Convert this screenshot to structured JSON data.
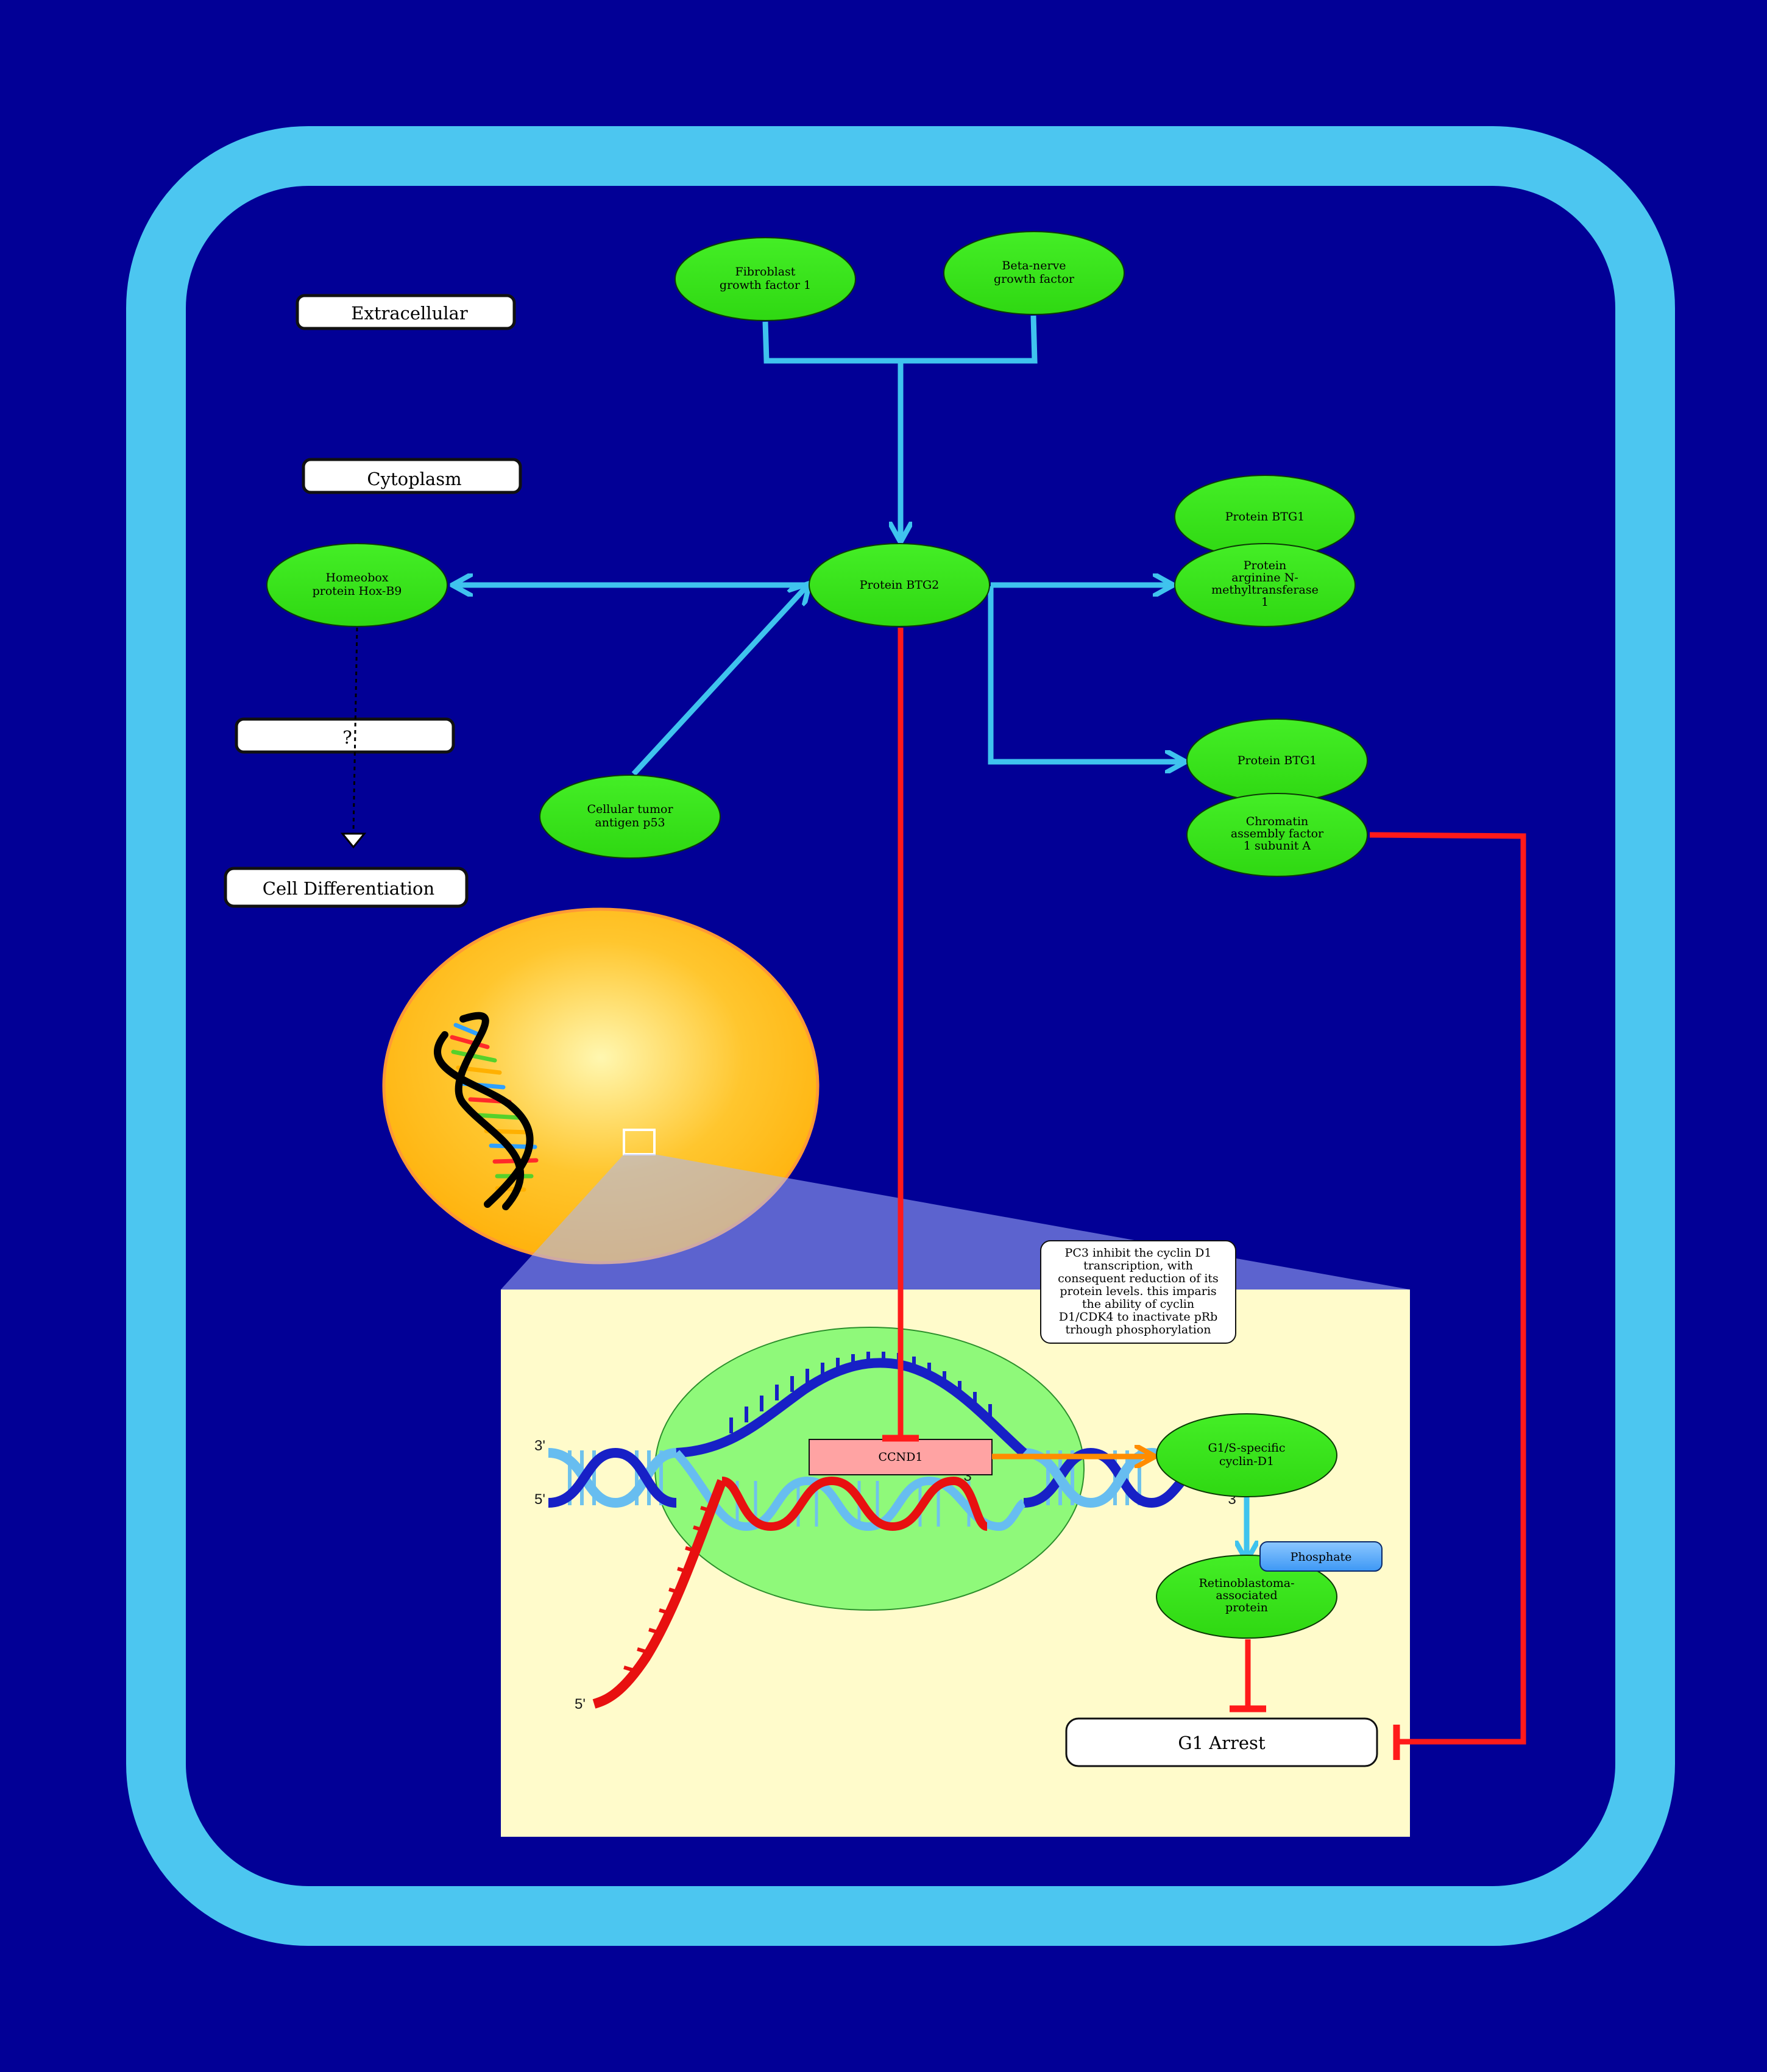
{
  "colors": {
    "background": "#020096",
    "cell_border": "#4cc6f0",
    "node_green": "#3ce81e",
    "activation": "#3fc3ee",
    "inhibition": "#ff1a1a",
    "transcription": "#ff8c00",
    "nucleus": "#ffc226",
    "zoom_panel": "#fffbcb",
    "gene_box": "#ffa3a3",
    "phosphate": "#5aaeff"
  },
  "compartments": {
    "extracellular": "Extracellular",
    "cytoplasm": "Cytoplasm",
    "unknown": "?",
    "cell_differentiation": "Cell Differentiation",
    "g1_arrest": "G1 Arrest"
  },
  "nodes": {
    "fgf1": [
      "Fibroblast",
      "growth factor 1"
    ],
    "ngf": [
      "Beta-nerve",
      "growth factor"
    ],
    "btg2": [
      "Protein BTG2"
    ],
    "hoxb9": [
      "Homeobox",
      "protein Hox-B9"
    ],
    "p53": [
      "Cellular tumor",
      "antigen p53"
    ],
    "btg1_a": [
      "Protein BTG1"
    ],
    "prmt1": [
      "Protein",
      "arginine N-",
      "methyltransferase",
      "1"
    ],
    "btg1_b": [
      "Protein BTG1"
    ],
    "chaf1a": [
      "Chromatin",
      "assembly factor",
      "1 subunit A"
    ],
    "cyclin_d1": [
      "G1/S-specific",
      "cyclin-D1"
    ],
    "rb": [
      "Retinoblastoma-",
      "associated",
      "protein"
    ]
  },
  "gene": "CCND1",
  "phosphate": "Phosphate",
  "note": [
    "PC3 inhibit the cyclin D1",
    "transcription, with",
    "consequent reduction of its",
    "protein levels. this imparis",
    "the ability of cyclin",
    "D1/CDK4 to inactivate pRb",
    "trhough phosphorylation"
  ],
  "strand_labels": {
    "left_top": "3'",
    "left_bottom": "5'",
    "right_mid": "3",
    "right_low": "3",
    "tail": "5'"
  }
}
